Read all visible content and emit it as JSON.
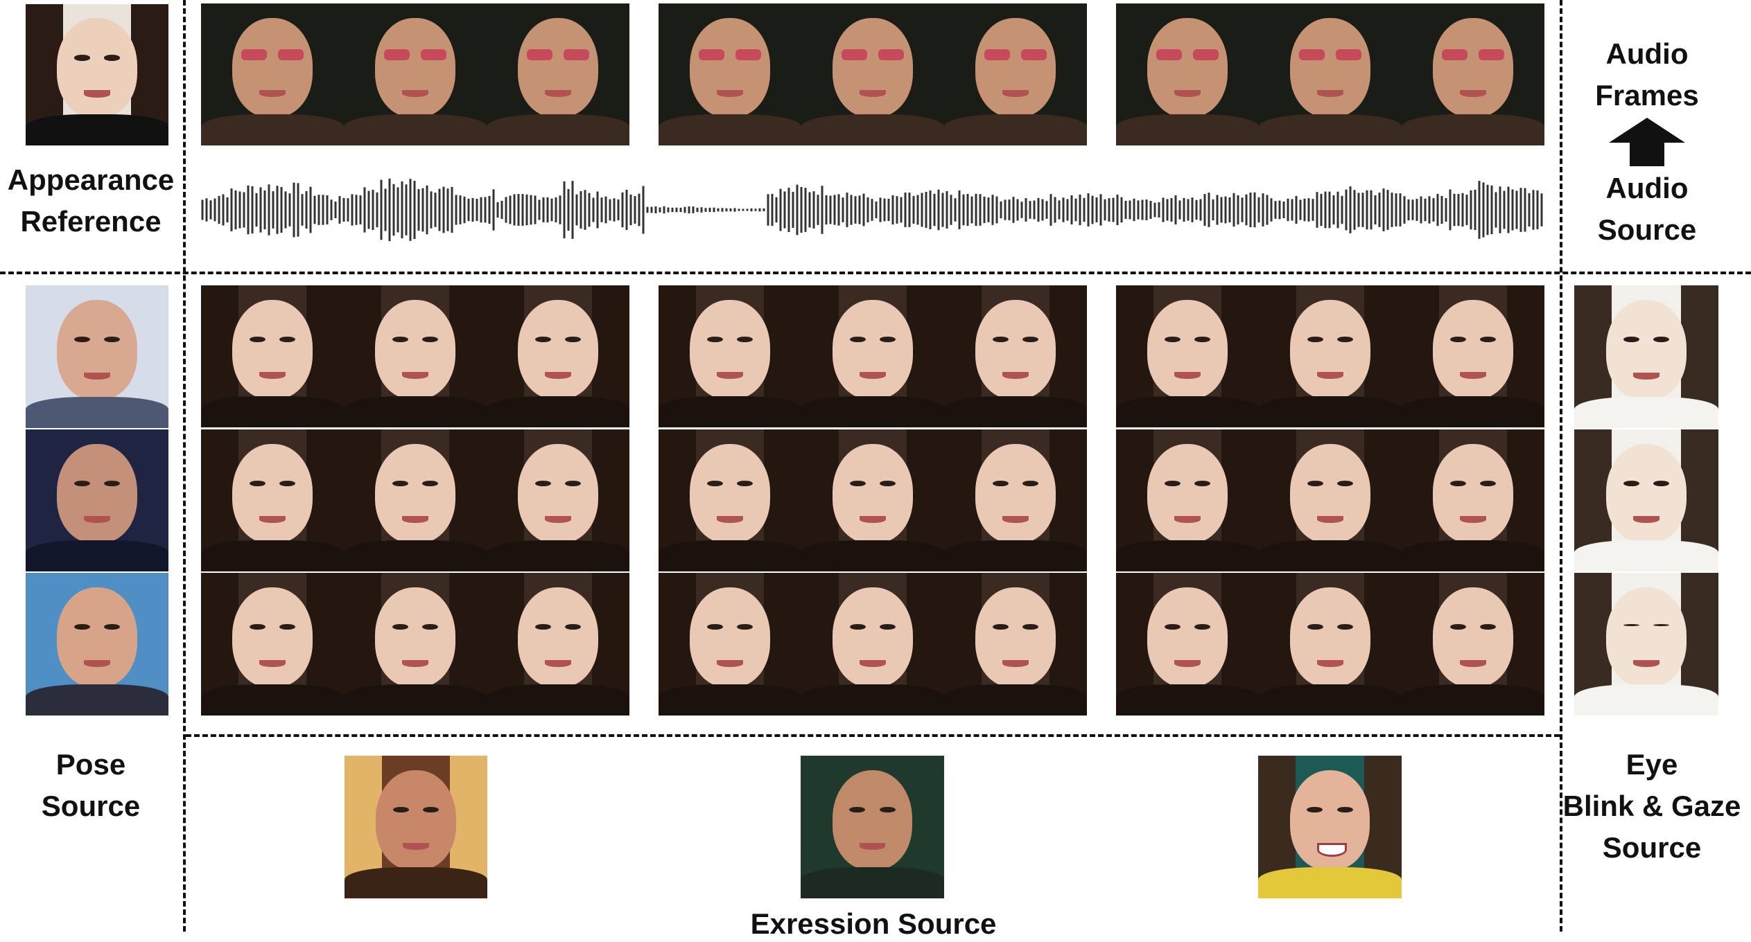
{
  "labels": {
    "appearance_reference": [
      "Appearance",
      "Reference"
    ],
    "audio_frames": [
      "Audio",
      "Frames"
    ],
    "audio_source": [
      "Audio",
      "Source"
    ],
    "pose_source": [
      "Pose",
      "Source"
    ],
    "eye_source": [
      "Eye",
      "Blink & Gaze",
      "Source"
    ],
    "expression_source": "Exression Source"
  },
  "icons": {
    "audio_arrow": "up-arrow-icon",
    "waveform": "audio-waveform-icon"
  },
  "colors": {
    "dash_line": "#111111",
    "waveform": "#333333",
    "background": "#ffffff"
  }
}
